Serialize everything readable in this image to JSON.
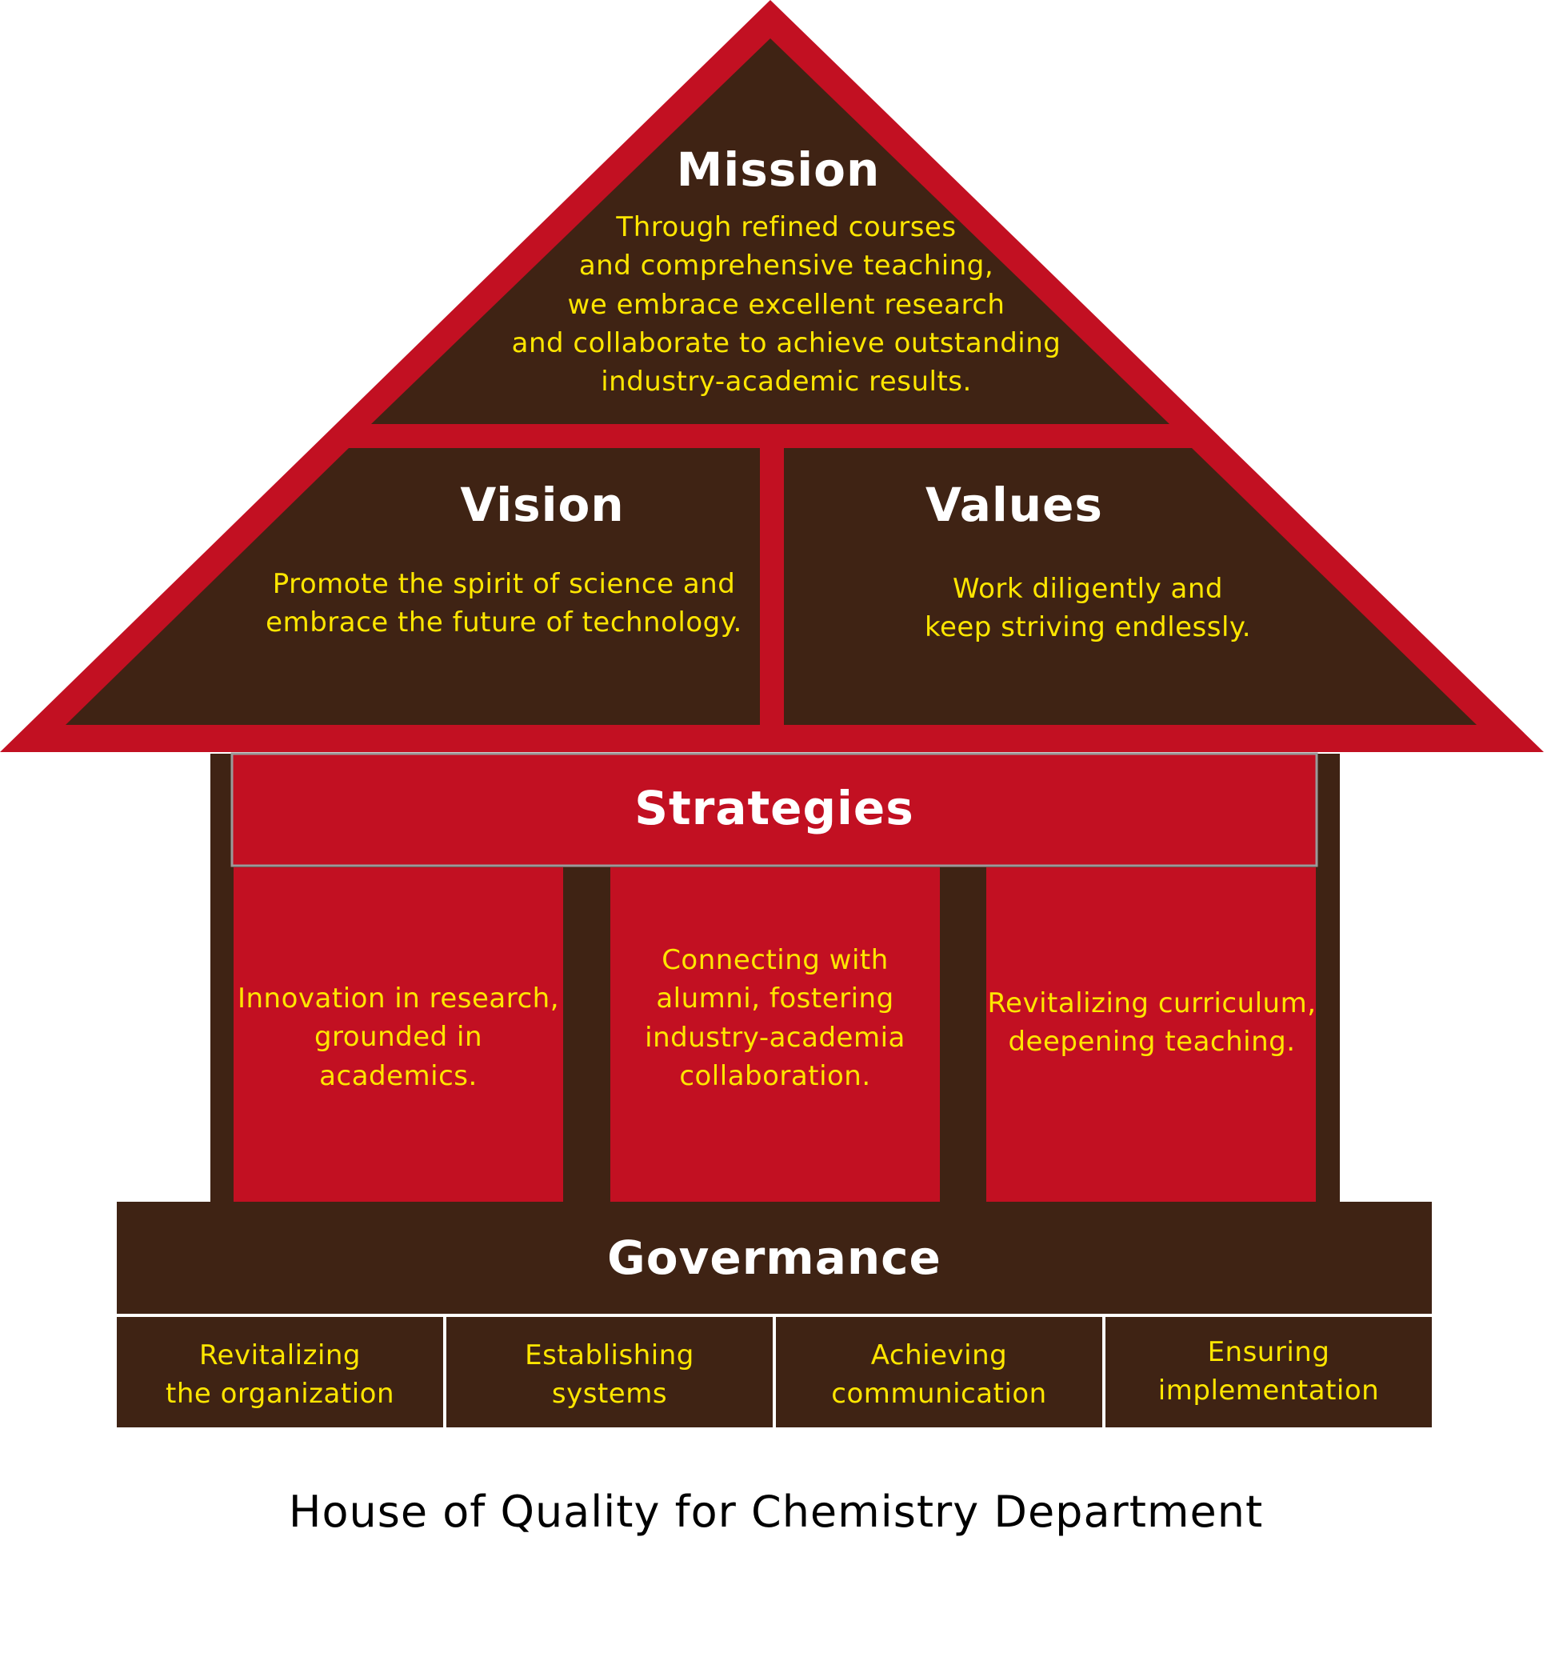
{
  "colors": {
    "red": "#c21022",
    "brown": "#3f2314",
    "yellow": "#ffe600",
    "white": "#ffffff"
  },
  "mission": {
    "title": "Mission",
    "lines": [
      "Through refined courses",
      "and comprehensive teaching,",
      "we embrace excellent research",
      "and collaborate to achieve outstanding",
      "industry-academic results."
    ]
  },
  "vision": {
    "title": "Vision",
    "lines": [
      "Promote the spirit of science and",
      "embrace the future of technology."
    ]
  },
  "values": {
    "title": "Values",
    "lines": [
      "Work diligently and",
      "keep striving endlessly."
    ]
  },
  "strategies": {
    "title": "Strategies",
    "pillars": [
      {
        "lines": [
          "Innovation in research,",
          "grounded in academics."
        ]
      },
      {
        "lines": [
          "Connecting with",
          "alumni, fostering",
          "industry-academia",
          "collaboration."
        ]
      },
      {
        "lines": [
          "Revitalizing curriculum,",
          "deepening teaching."
        ]
      }
    ]
  },
  "governance": {
    "title": "Govermance",
    "items": [
      {
        "lines": [
          "Revitalizing",
          "the organization"
        ]
      },
      {
        "lines": [
          "Establishing",
          "systems"
        ]
      },
      {
        "lines": [
          "Achieving",
          "communication"
        ]
      },
      {
        "lines": [
          "Ensuring",
          "implementation"
        ]
      }
    ]
  },
  "caption": "House of Quality for Chemistry Department"
}
